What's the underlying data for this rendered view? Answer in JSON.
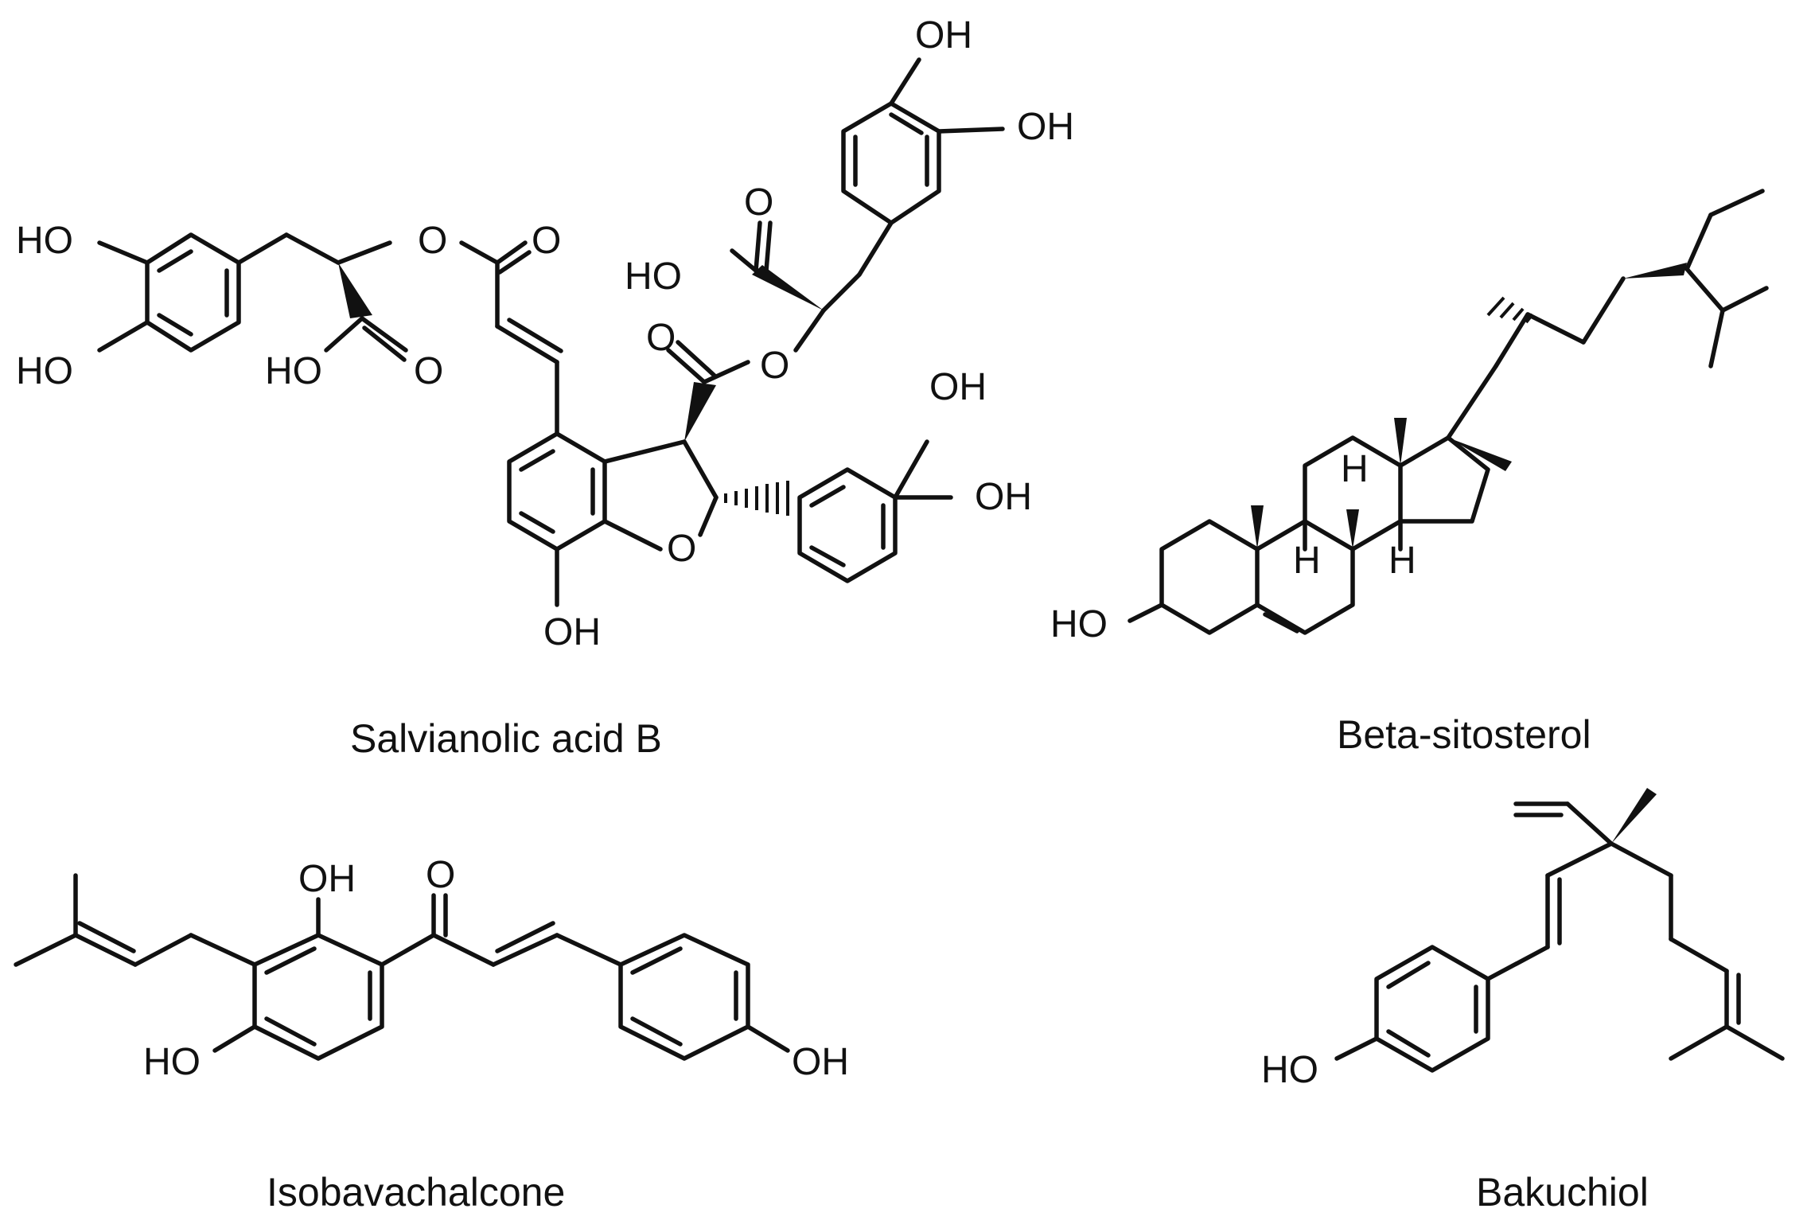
{
  "compounds": [
    {
      "id": "salvianolic-acid-b",
      "name": "Salvianolic acid B",
      "atom_labels": [
        "HO",
        "HO",
        "O",
        "O",
        "HO",
        "O",
        "OH",
        "OH",
        "O",
        "HO",
        "O",
        "O",
        "OH",
        "OH",
        "O",
        "OH"
      ]
    },
    {
      "id": "beta-sitosterol",
      "name": "Beta-sitosterol",
      "atom_labels": [
        "HO",
        "H",
        "H",
        "H"
      ]
    },
    {
      "id": "isobavachalcone",
      "name": "Isobavachalcone",
      "atom_labels": [
        "OH",
        "O",
        "HO",
        "OH"
      ]
    },
    {
      "id": "bakuchiol",
      "name": "Bakuchiol",
      "atom_labels": [
        "HO"
      ]
    }
  ],
  "colors": {
    "ink": "#111111",
    "background": "#ffffff"
  }
}
